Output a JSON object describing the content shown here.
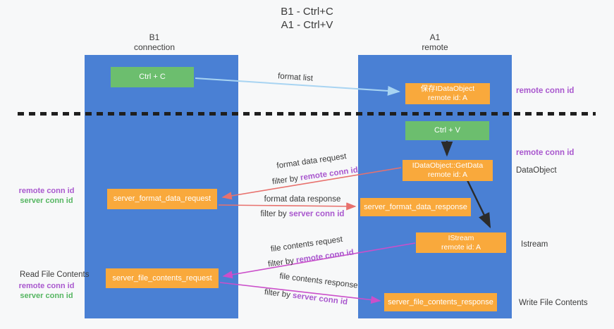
{
  "title": {
    "line1": "B1 - Ctrl+C",
    "line2": "A1 - Ctrl+V"
  },
  "colors": {
    "column_blue": "#4a80d4",
    "box_green": "#6cbe6e",
    "box_orange": "#f9a93c",
    "arrow_light_blue": "#a8d4f2",
    "arrow_black": "#2b2b2b",
    "arrow_red": "#e8716d",
    "arrow_magenta": "#cb4fca",
    "text_purple": "#a958ce",
    "text_green": "#56b662",
    "text_dark": "#3a3a3a",
    "background": "#f7f8f9"
  },
  "columns": {
    "left": {
      "title": "B1",
      "subtitle": "connection"
    },
    "right": {
      "title": "A1",
      "subtitle": "remote"
    }
  },
  "boxes": {
    "ctrl_c": {
      "label": "Ctrl + C"
    },
    "save_idataobject": {
      "line1": "保存IDataObject",
      "line2": "remote id: A"
    },
    "ctrl_v": {
      "label": "Ctrl + V"
    },
    "getdata": {
      "line1": "IDataObject::GetData",
      "line2": "remote id: A"
    },
    "server_format_data_request": {
      "label": "server_format_data_request"
    },
    "server_format_data_response": {
      "label": "server_format_data_response"
    },
    "istream": {
      "line1": "IStream",
      "line2": "remote id: A"
    },
    "server_file_contents_request": {
      "label": "server_file_contents_request"
    },
    "server_file_contents_response": {
      "label": "server_file_contents_response"
    }
  },
  "edge_labels": {
    "format_list": "format list",
    "format_data_request": "format data request",
    "format_data_request_filter_prefix": "filter by ",
    "format_data_request_filter_value": "remote conn id",
    "format_data_response": "format data response",
    "format_data_response_filter_prefix": "filter by ",
    "format_data_response_filter_value": "server conn id",
    "file_contents_request": "file contents request",
    "file_contents_request_filter_prefix": "filter by ",
    "file_contents_request_filter_value": "remote conn id",
    "file_contents_response": "file contents response",
    "file_contents_response_filter_prefix": "filter by ",
    "file_contents_response_filter_value": "server conn id"
  },
  "side_labels": {
    "right_top_conn_id": "remote conn id",
    "right_mid_conn_id": "remote conn id",
    "right_dataobject": "DataObject",
    "right_istream": "Istream",
    "right_write_file": "Write File Contents",
    "left_top_remote": "remote conn id",
    "left_top_server": "server conn id",
    "left_read_file": "Read File Contents",
    "left_bottom_remote": "remote conn id",
    "left_bottom_server": "server conn id"
  }
}
